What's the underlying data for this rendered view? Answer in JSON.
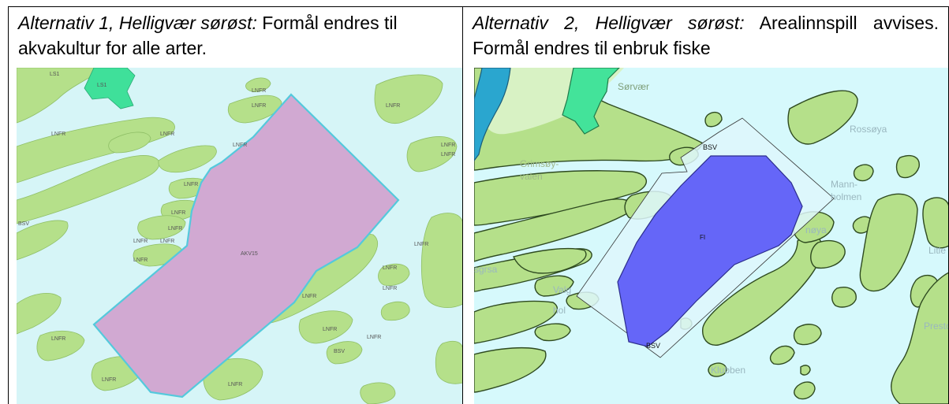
{
  "left": {
    "heading": "Alternativ 1, Helligvær sørøst:",
    "body": " Formål endres til akvakultur for alle arter."
  },
  "right": {
    "heading": "Alternativ 2, Helligvær sørøst:",
    "body": " Arealinnspill avvises. Formål endres til enbruk fiske"
  },
  "map_left": {
    "labels": {
      "ls1a": "LS1",
      "ls1b": "LS1",
      "lnfr1": "LNFR",
      "lnfr2": "LNFR",
      "lnfr3": "LNFR",
      "lnfr4": "LNFR",
      "lnfr5": "LNFR",
      "lnfr6": "LNFR",
      "lnfr7": "LNFR",
      "lnfr8": "LNFR",
      "lnfr9": "LNFR",
      "lnfr10": "LNFR",
      "lnfr11": "LNFR",
      "lnfr12": "LNFR",
      "lnfr13": "LNFR",
      "lnfr14": "LNFR",
      "lnfr15": "LNFR",
      "lnfr16": "LNFR",
      "lnfr17": "LNFR",
      "lnfr18": "LNFR",
      "lnfr19": "LNFR",
      "lnfr20": "LNFR",
      "lnfr21": "LNFR",
      "lnfr22": "LNFR",
      "lnfr23": "LNFR",
      "bsv1": "BSV",
      "bsv2": "BSV",
      "akv": "AKV15"
    },
    "colors": {
      "sea": "#d6f5f7",
      "land": "#b5e08a",
      "aquaculture": "#d1a9d2",
      "aquaculture_border": "#54c9dc",
      "ls": "#3fe09a"
    }
  },
  "map_right": {
    "labels": {
      "servaer": "Sørvær",
      "rossoya": "Rossøya",
      "grimsoy": "Grimsøy-",
      "valen": "valen",
      "mann": "Mann-",
      "holmen": "holmen",
      "noya": "nøya",
      "litle": "Litle",
      "sgrsa": "sgrsa",
      "valg": "Valg",
      "hol": "hol",
      "klubben": "Klubben",
      "presto": "Presto",
      "bsv_top": "BSV",
      "bsv_bottom": "BSV",
      "fi": "FI"
    },
    "colors": {
      "sea": "#d6f9fc",
      "land": "#b5e08a",
      "fishing": "#6566f8",
      "zone": "#def7fb",
      "lake": "#2aa6cf",
      "green_area": "#43e39a"
    }
  }
}
